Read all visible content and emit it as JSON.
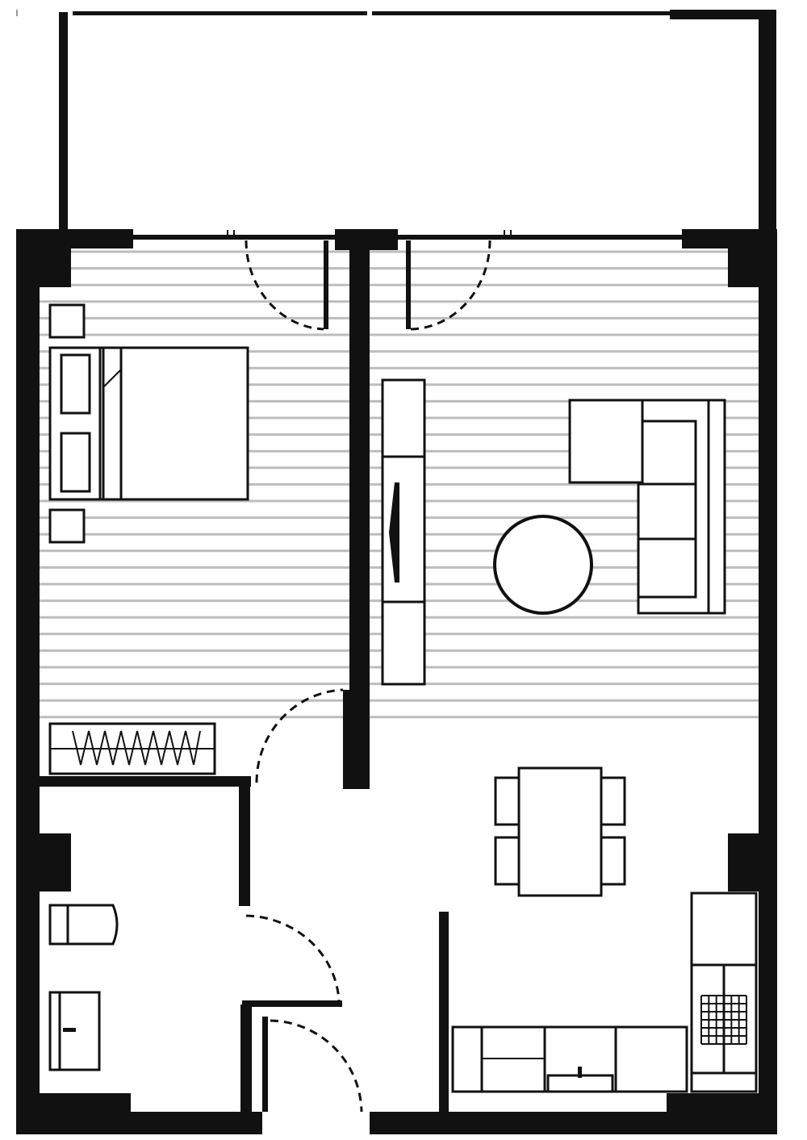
{
  "plan": {
    "colors": {
      "wall": "#111111",
      "floor_hatch": "#bdbdbd",
      "background": "#ffffff"
    },
    "rooms": [
      "balcony",
      "bedroom",
      "living-room",
      "bathroom",
      "hallway",
      "kitchen"
    ],
    "hatched_floor_rooms": [
      "bedroom",
      "living-room"
    ]
  }
}
